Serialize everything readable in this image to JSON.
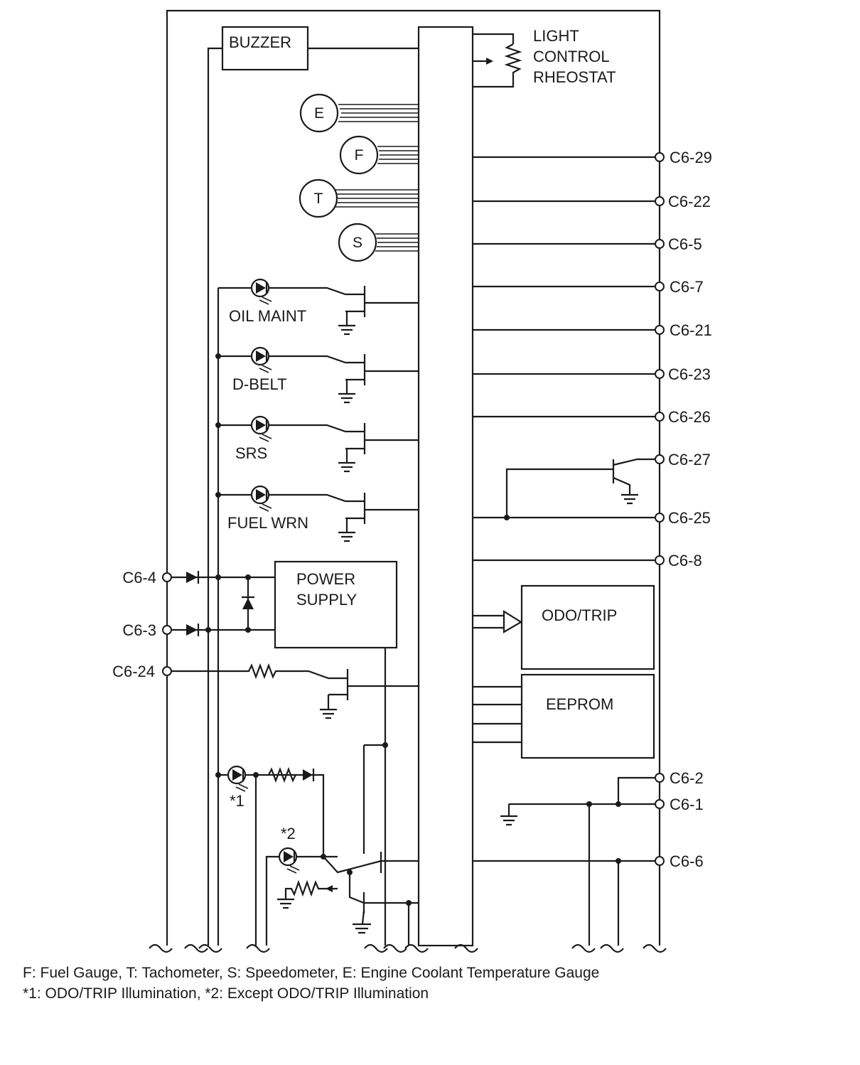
{
  "blocks": {
    "buzzer": "BUZZER",
    "rheostat": [
      "LIGHT",
      "CONTROL",
      "RHEOSTAT"
    ],
    "power_supply": [
      "POWER",
      "SUPPLY"
    ],
    "odo_trip": "ODO/TRIP",
    "eeprom": "EEPROM"
  },
  "gauges": [
    "E",
    "F",
    "T",
    "S"
  ],
  "indicators": [
    "OIL MAINT",
    "D-BELT",
    "SRS",
    "FUEL WRN"
  ],
  "right_terminals": [
    "C6-29",
    "C6-22",
    "C6-5",
    "C6-7",
    "C6-21",
    "C6-23",
    "C6-26",
    "C6-27",
    "C6-25",
    "C6-8",
    "C6-2",
    "C6-1",
    "C6-6"
  ],
  "left_terminals": [
    "C6-4",
    "C6-3",
    "C6-24"
  ],
  "illumination_labels": [
    "*1",
    "*2"
  ],
  "legend": {
    "line1": "F: Fuel Gauge, T: Tachometer, S: Speedometer, E: Engine Coolant Temperature Gauge",
    "line2": "*1: ODO/TRIP Illumination, *2: Except ODO/TRIP Illumination"
  }
}
